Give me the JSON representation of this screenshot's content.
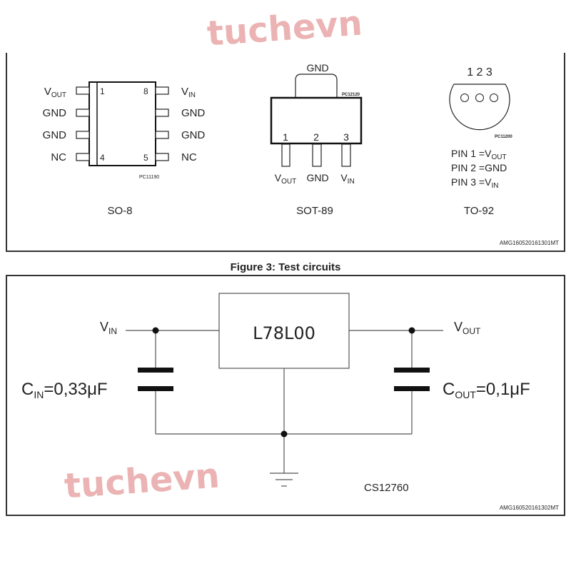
{
  "pinouts": {
    "so8": {
      "name": "SO-8",
      "code": "PC11190",
      "left_pins": [
        {
          "label": "V",
          "sub": "OUT",
          "num": "1"
        },
        {
          "label": "GND",
          "sub": "",
          "num": ""
        },
        {
          "label": "GND",
          "sub": "",
          "num": ""
        },
        {
          "label": "NC",
          "sub": "",
          "num": "4"
        }
      ],
      "right_pins": [
        {
          "label": "V",
          "sub": "IN",
          "num": "8"
        },
        {
          "label": "GND",
          "sub": "",
          "num": ""
        },
        {
          "label": "GND",
          "sub": "",
          "num": ""
        },
        {
          "label": "NC",
          "sub": "",
          "num": "5"
        }
      ]
    },
    "sot89": {
      "name": "SOT-89",
      "code": "PC12120",
      "tab_label": "GND",
      "pins": [
        {
          "num": "1",
          "label": "V",
          "sub": "OUT"
        },
        {
          "num": "2",
          "label": "GND",
          "sub": ""
        },
        {
          "num": "3",
          "label": "V",
          "sub": "IN"
        }
      ]
    },
    "to92": {
      "name": "TO-92",
      "code": "PC11200",
      "numbers": "1 2 3",
      "pin_map": [
        {
          "prefix": "PIN 1 =",
          "label": "V",
          "sub": "OUT"
        },
        {
          "prefix": "PIN 2 =",
          "label": "GND",
          "sub": ""
        },
        {
          "prefix": "PIN 3 =",
          "label": "V",
          "sub": "IN"
        }
      ]
    },
    "figure_id": "AMG160520161301MT"
  },
  "test_circuit": {
    "caption": "Figure 3: Test circuits",
    "ic_label": "L78L00",
    "vin": {
      "label": "V",
      "sub": "IN"
    },
    "vout": {
      "label": "V",
      "sub": "OUT"
    },
    "cin": {
      "label": "C",
      "sub": "IN",
      "value": "=0,33μF"
    },
    "cout": {
      "label": "C",
      "sub": "OUT",
      "value": "=0,1μF"
    },
    "code": "CS12760",
    "figure_id": "AMG160520161302MT"
  },
  "watermark": "tuchevn"
}
